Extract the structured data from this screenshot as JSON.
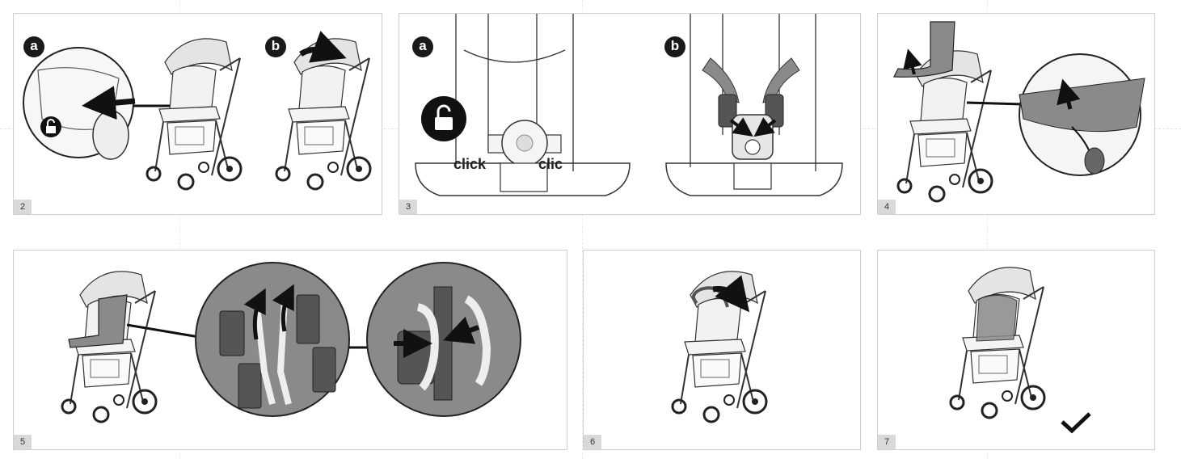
{
  "panels": [
    {
      "step": "2",
      "badges": [
        "a",
        "b"
      ]
    },
    {
      "step": "3",
      "badges": [
        "a",
        "b"
      ],
      "labels": [
        "click",
        "clic"
      ]
    },
    {
      "step": "4"
    },
    {
      "step": "5"
    },
    {
      "step": "6"
    },
    {
      "step": "7"
    }
  ],
  "colors": {
    "ink": "#1a1a1a",
    "fabric": "#8a8a8a",
    "fabric_dark": "#555555",
    "frame": "#cfcfcf",
    "step_bg": "#d9d9d9"
  }
}
